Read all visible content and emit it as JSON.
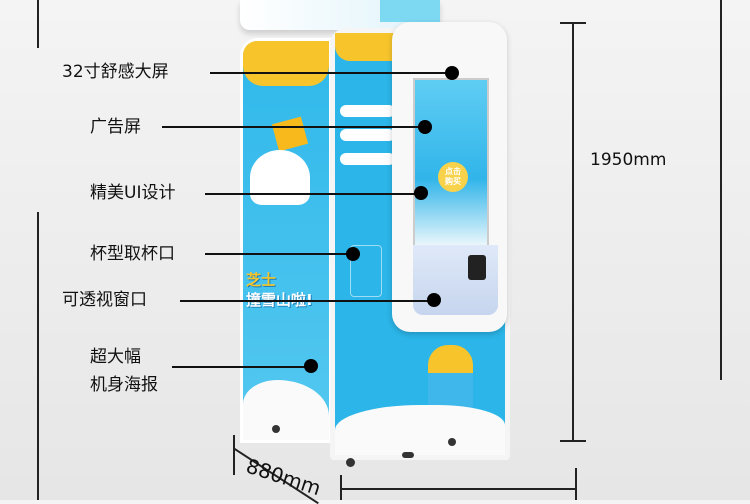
{
  "callouts": [
    {
      "label": "32寸舒感大屏"
    },
    {
      "label": "广告屏"
    },
    {
      "label": "精美UI设计"
    },
    {
      "label": "杯型取杯口"
    },
    {
      "label": "可透视窗口"
    },
    {
      "label": "超大幅\n机身海报"
    }
  ],
  "dimensions": {
    "height": "1950mm",
    "width": "880mm"
  },
  "poster": {
    "slogan_line1": "芝士",
    "slogan_line2": "撞雪山啦!",
    "screen_button": "点击\n购买"
  },
  "colors": {
    "body_blue": "#29b6e8",
    "cheese": "#f7c52b",
    "frame": "#f5f5f5"
  }
}
